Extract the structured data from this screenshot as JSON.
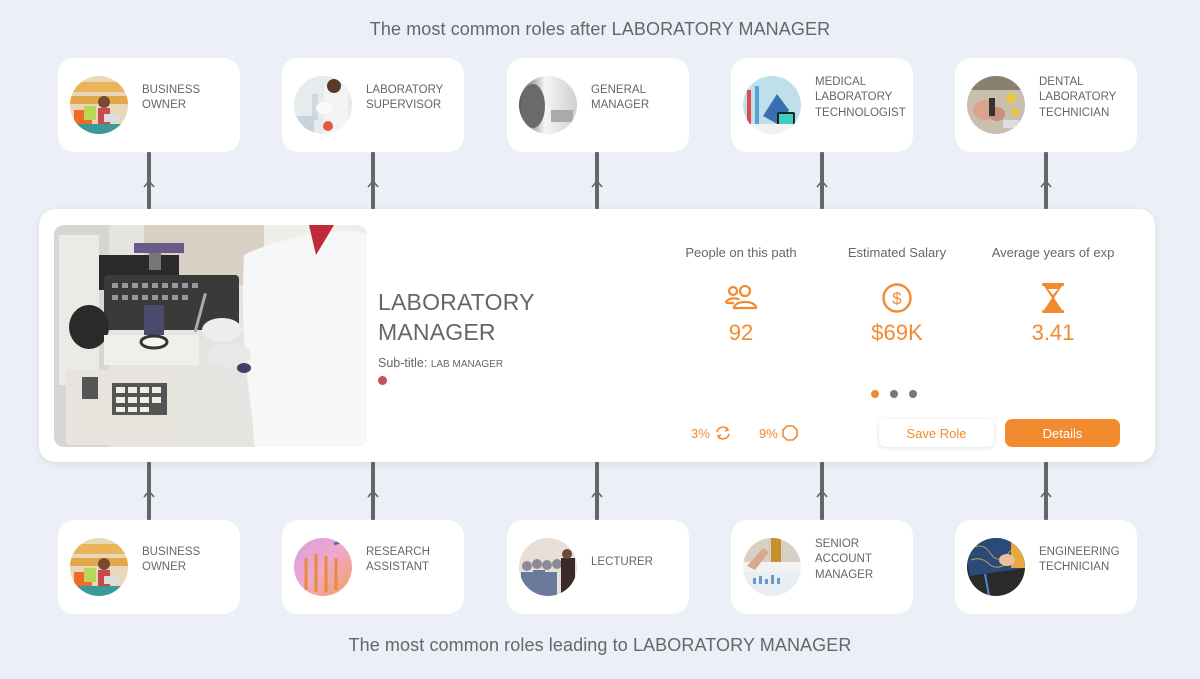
{
  "header": {
    "top_title": "The most common roles after LABORATORY MANAGER",
    "bottom_title": "The most common roles leading to LABORATORY MANAGER"
  },
  "next_roles": [
    {
      "label": "BUSINESS OWNER",
      "image": "woman-with-laptop-photo"
    },
    {
      "label": "LABORATORY SUPERVISOR",
      "image": "lab-worker-photo"
    },
    {
      "label": "GENERAL MANAGER",
      "image": "grayscale-office-photo"
    },
    {
      "label": "MEDICAL LABORATORY TECHNOLOGIST",
      "image": "lab-tablet-photo"
    },
    {
      "label": "DENTAL LABORATORY TECHNICIAN",
      "image": "dental-tools-photo"
    }
  ],
  "previous_roles": [
    {
      "label": "BUSINESS OWNER",
      "image": "woman-with-laptop-photo"
    },
    {
      "label": "RESEARCH ASSISTANT",
      "image": "test-tubes-photo"
    },
    {
      "label": "LECTURER",
      "image": "audience-photo"
    },
    {
      "label": "SENIOR ACCOUNT MANAGER",
      "image": "charts-pen-photo"
    },
    {
      "label": "ENGINEERING TECHNICIAN",
      "image": "circuit-tablet-photo"
    }
  ],
  "current_role": {
    "title_line1": "LABORATORY",
    "title_line2": "MANAGER",
    "subtitle_label": "Sub-title:",
    "subtitle_value": "LAB MANAGER",
    "image": "microscope-lab-photo",
    "stats": [
      {
        "label": "People on this path",
        "value": "92",
        "icon": "people-icon"
      },
      {
        "label": "Estimated Salary",
        "value": "$69K",
        "icon": "dollar-circle-icon"
      },
      {
        "label": "Average years of exp",
        "value": "3.41",
        "icon": "hourglass-icon"
      }
    ],
    "mini_stats": [
      {
        "value": "3%",
        "icon": "cycle-arrows-icon"
      },
      {
        "value": "9%",
        "icon": "octagon-icon"
      }
    ],
    "pagination": {
      "total": 3,
      "active": 0
    },
    "buttons": {
      "save": "Save Role",
      "details": "Details"
    }
  },
  "colors": {
    "accent": "#f28a30",
    "background": "#eceff7",
    "dot_red": "#c8505a",
    "connector": "#666666"
  }
}
